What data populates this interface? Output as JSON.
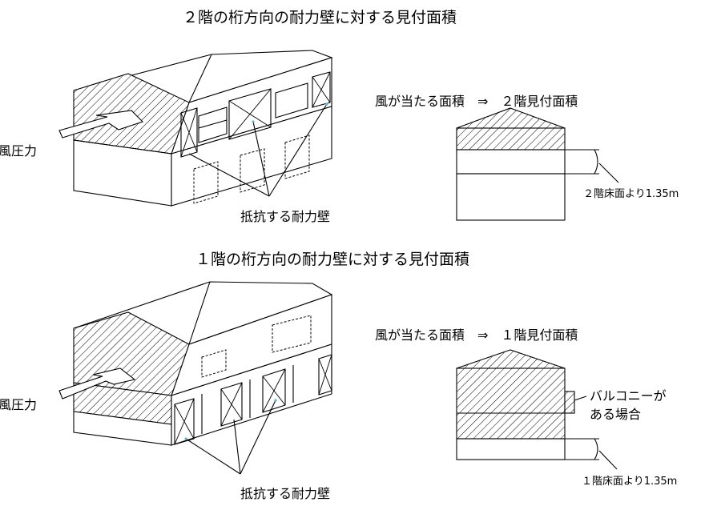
{
  "top": {
    "title": "２階の桁方向の耐力壁に対する見付面積",
    "wind_label": "風圧力",
    "resisting_label": "抵抗する耐力壁",
    "area_caption": "風が当たる面積　⇒　２階見付面積",
    "height_note": "２階床面より1.35m"
  },
  "bottom": {
    "title": "１階の桁方向の耐力壁に対する見付面積",
    "wind_label": "風圧力",
    "resisting_label": "抵抗する耐力壁",
    "area_caption": "風が当たる面積　⇒　１階見付面積",
    "balcony_line1": "バルコニーが",
    "balcony_line2": "ある場合",
    "height_note": "１階床面より1.35m"
  },
  "colors": {
    "line": "#000000",
    "background": "#ffffff",
    "dot_accent": "#5fb4d6"
  }
}
